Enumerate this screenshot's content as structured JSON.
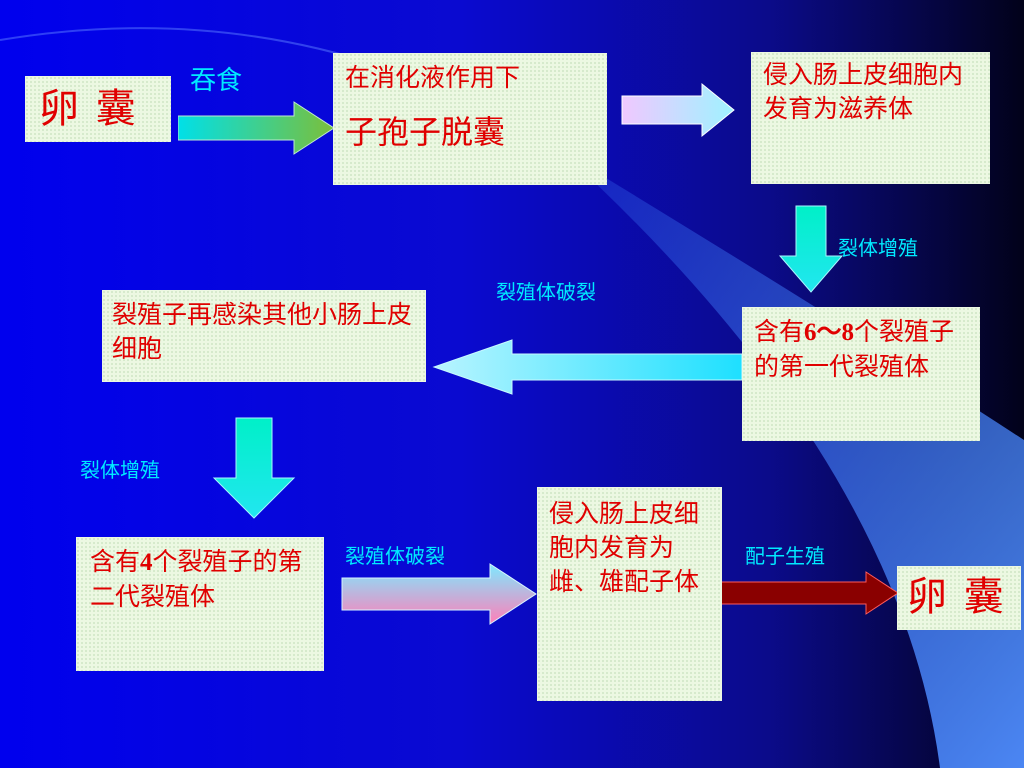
{
  "boxes": {
    "cyst_start": "卵 囊",
    "digest_line1": "在消化液作用下",
    "digest_line2": "子孢子脱囊",
    "invade_top": "侵入肠上皮细胞内发育为滋养体",
    "reinfect": "裂殖子再感染其他小肠上皮细胞",
    "gen1_pre": "含有",
    "gen1_num": "6～8",
    "gen1_post": "个裂殖子的第一代裂殖体",
    "gen2_pre": "含有",
    "gen2_num": "4",
    "gen2_post": "个裂殖子的第二代裂殖体",
    "gamonts": "侵入肠上皮细胞内发育为雌、雄配子体",
    "cyst_end": "卵 囊"
  },
  "labels": {
    "ingest": "吞食",
    "schizogony_1": "裂体增殖",
    "rupture_1": "裂殖体破裂",
    "schizogony_2": "裂体增殖",
    "rupture_2": "裂殖体破裂",
    "gametogony": "配子生殖"
  },
  "colors": {
    "box_text": "#e00000",
    "label_text": "#00eaff",
    "box_fill": "#ecf8e2"
  }
}
